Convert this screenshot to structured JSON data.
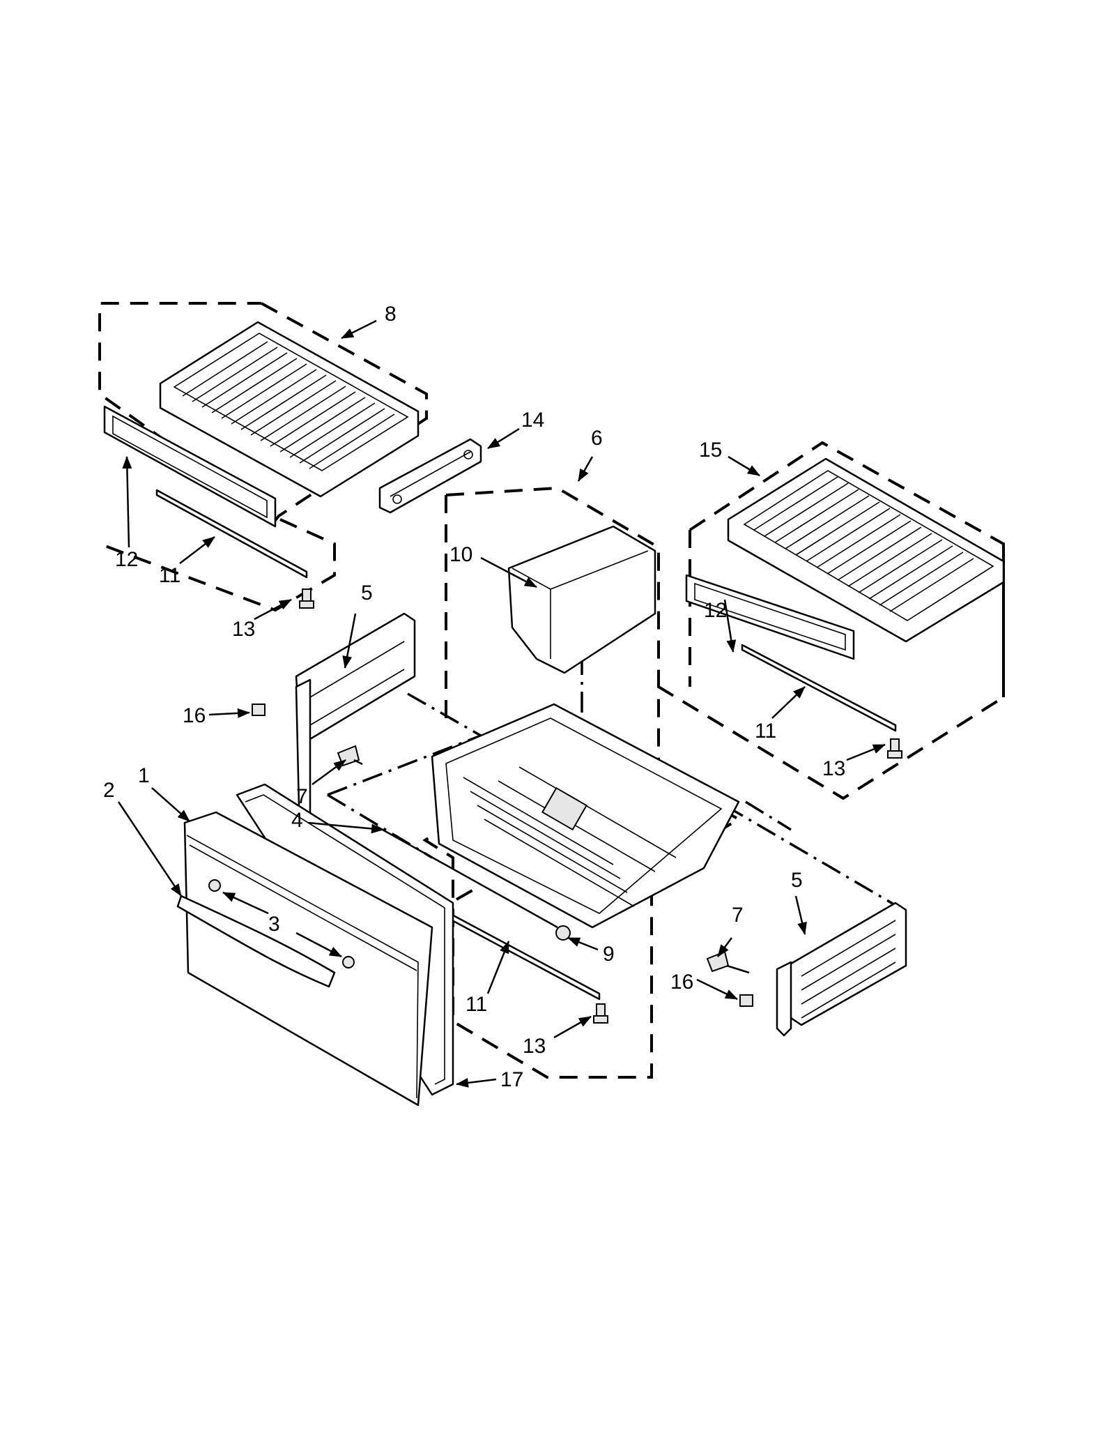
{
  "diagram": {
    "callouts": [
      {
        "id": "c1",
        "text": "1"
      },
      {
        "id": "c2",
        "text": "2"
      },
      {
        "id": "c3",
        "text": "3"
      },
      {
        "id": "c4",
        "text": "4"
      },
      {
        "id": "c5a",
        "text": "5"
      },
      {
        "id": "c5b",
        "text": "5"
      },
      {
        "id": "c6",
        "text": "6"
      },
      {
        "id": "c7a",
        "text": "7"
      },
      {
        "id": "c7b",
        "text": "7"
      },
      {
        "id": "c8",
        "text": "8"
      },
      {
        "id": "c9",
        "text": "9"
      },
      {
        "id": "c10",
        "text": "10"
      },
      {
        "id": "c11a",
        "text": "11"
      },
      {
        "id": "c11b",
        "text": "11"
      },
      {
        "id": "c11c",
        "text": "11"
      },
      {
        "id": "c12a",
        "text": "12"
      },
      {
        "id": "c12b",
        "text": "12"
      },
      {
        "id": "c13a",
        "text": "13"
      },
      {
        "id": "c13b",
        "text": "13"
      },
      {
        "id": "c13c",
        "text": "13"
      },
      {
        "id": "c14",
        "text": "14"
      },
      {
        "id": "c15",
        "text": "15"
      },
      {
        "id": "c16a",
        "text": "16"
      },
      {
        "id": "c16b",
        "text": "16"
      },
      {
        "id": "c17",
        "text": "17"
      }
    ]
  }
}
